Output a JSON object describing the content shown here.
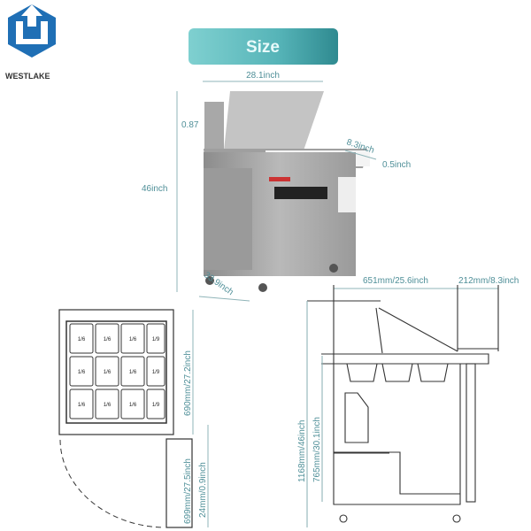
{
  "brand": {
    "name": "WESTLAKE",
    "color": "#1f6fb5"
  },
  "banner": {
    "title": "Size",
    "color": "#5fbfc3"
  },
  "photo_dims": {
    "width": "28.1inch",
    "height": "46inch",
    "lid_gap": "0.87",
    "shelf_depth": "8.3inch",
    "shelf_thickness": "0.5inch",
    "depth": "33.9inch"
  },
  "plan_view": {
    "pans": [
      [
        "1/6",
        "1/6",
        "1/6",
        "1/9"
      ],
      [
        "1/6",
        "1/6",
        "1/6",
        "1/9"
      ],
      [
        "1/6",
        "1/6",
        "1/6",
        "1/9"
      ]
    ],
    "depth": "690mm/27.2inch",
    "door_depth": "699mm/27.5inch",
    "door_thickness": "24mm/0.9inch"
  },
  "side_view": {
    "body_depth": "651mm/25.6inch",
    "shelf_depth": "212mm/8.3inch",
    "total_height": "1168mm/46inch",
    "work_height": "765mm/30.1inch"
  },
  "dim_color": "#4f8f98"
}
